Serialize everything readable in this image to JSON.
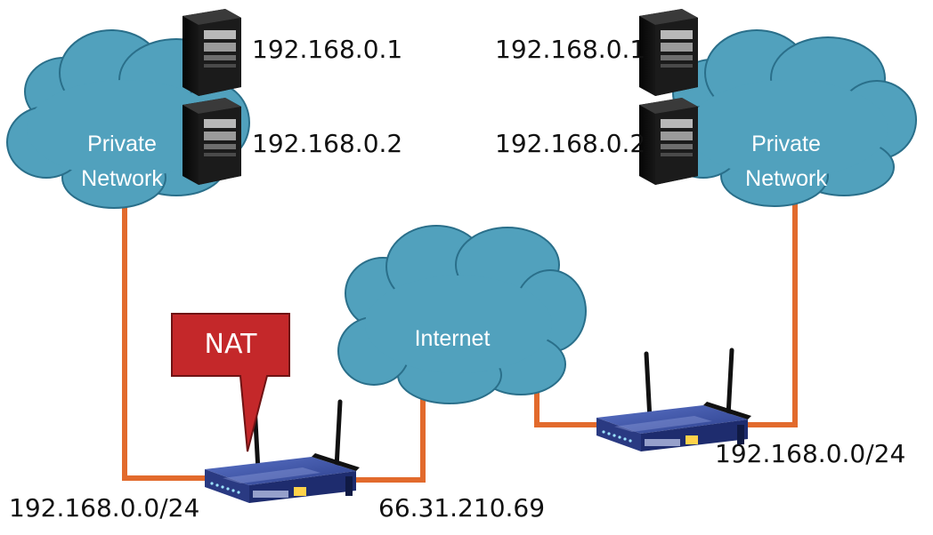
{
  "colors": {
    "cloud_fill": "#51a1bd",
    "cloud_stroke": "#2a6f8a",
    "link": "#e26a2c",
    "callout": "#c4282a",
    "server": "#1b1b1b",
    "router": "#3e53a6"
  },
  "clouds": {
    "left": {
      "line1": "Private",
      "line2": "Network"
    },
    "right": {
      "line1": "Private",
      "line2": "Network"
    },
    "internet": {
      "label": "Internet"
    }
  },
  "servers": {
    "left_top": "192.168.0.1",
    "left_bottom": "192.168.0.2",
    "right_top": "192.168.0.1",
    "right_bottom": "192.168.0.2"
  },
  "routers": {
    "left_private": "192.168.0.0/24",
    "left_public": "66.31.210.69",
    "right_private": "192.168.0.0/24"
  },
  "callout": {
    "label": "NAT"
  },
  "icons": {
    "server": "server-tower-icon",
    "router": "wireless-router-icon"
  }
}
